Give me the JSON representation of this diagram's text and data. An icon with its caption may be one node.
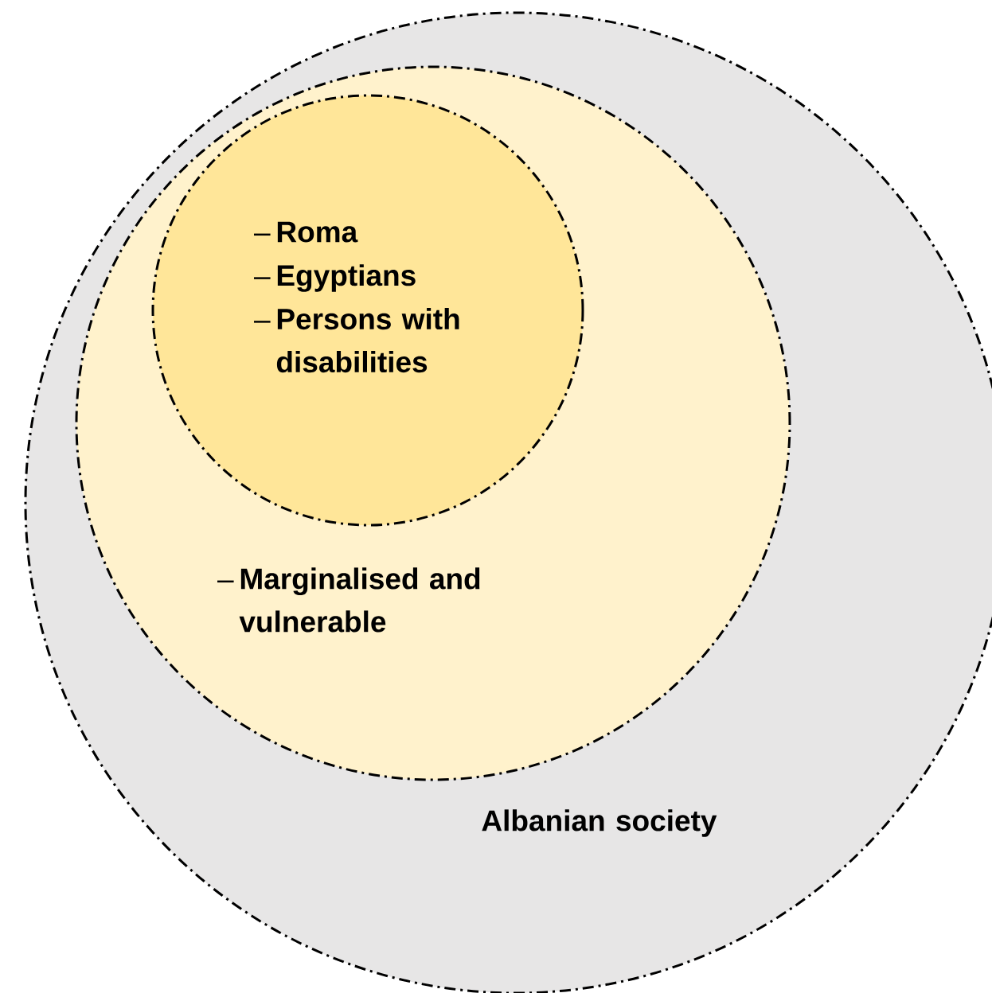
{
  "diagram": {
    "nodes": [
      {
        "text": [
          "Albanian society"
        ]
      },
      {
        "text": [
          "Marginalised and vulnerable"
        ],
        "in": 0
      },
      {
        "text": [
          "Roma",
          "Egyptians",
          "Persons with disabilities"
        ],
        "in": 1
      }
    ],
    "labels": [
      "–",
      "–",
      "–",
      "–"
    ]
  }
}
